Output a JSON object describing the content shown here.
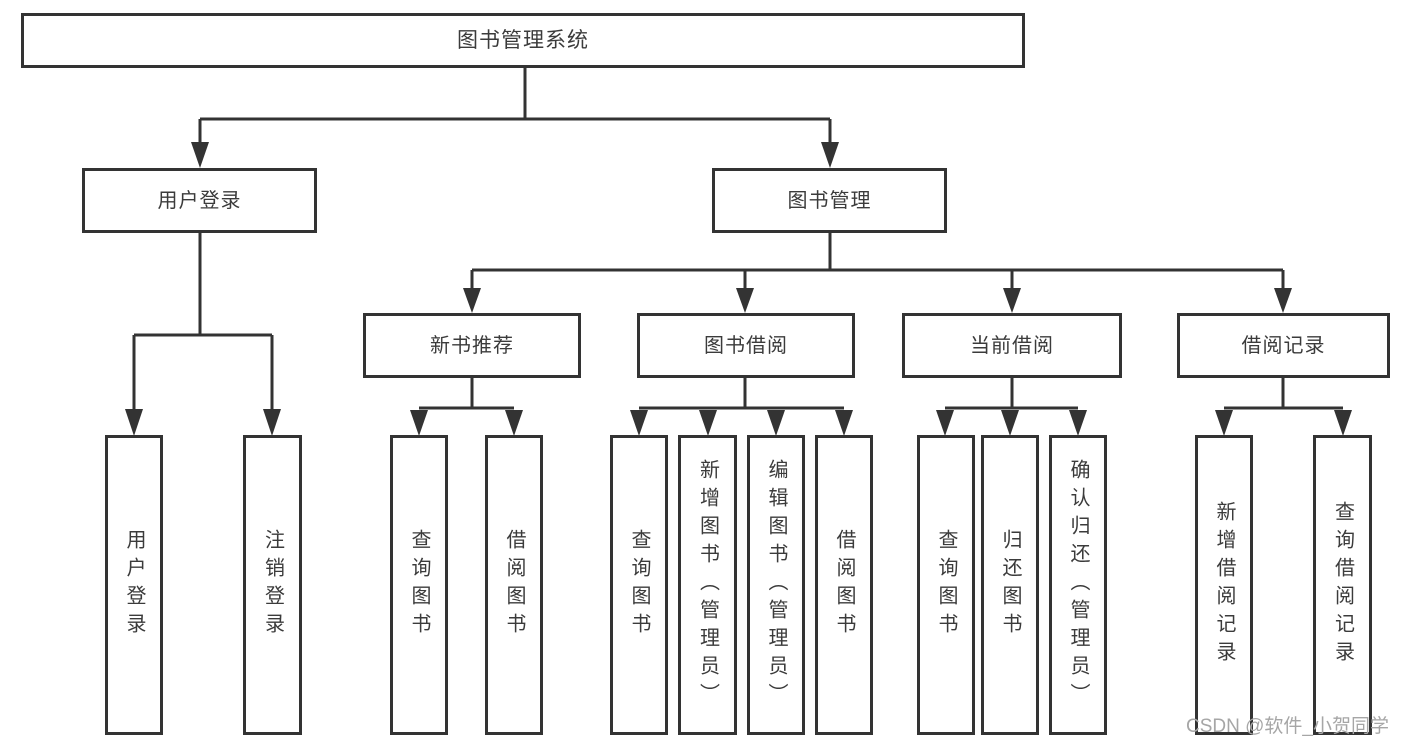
{
  "tree": {
    "root": {
      "label": "图书管理系统"
    },
    "children": [
      {
        "label": "用户登录",
        "children": [
          {
            "label": "用户登录"
          },
          {
            "label": "注销登录"
          }
        ]
      },
      {
        "label": "图书管理",
        "children": [
          {
            "label": "新书推荐",
            "children": [
              {
                "label": "查询图书"
              },
              {
                "label": "借阅图书"
              }
            ]
          },
          {
            "label": "图书借阅",
            "children": [
              {
                "label": "查询图书"
              },
              {
                "label": "新增图书（管理员）"
              },
              {
                "label": "编辑图书（管理员）"
              },
              {
                "label": "借阅图书"
              }
            ]
          },
          {
            "label": "当前借阅",
            "children": [
              {
                "label": "查询图书"
              },
              {
                "label": "归还图书"
              },
              {
                "label": "确认归还（管理员）"
              }
            ]
          },
          {
            "label": "借阅记录",
            "children": [
              {
                "label": "新增借阅记录"
              },
              {
                "label": "查询借阅记录"
              }
            ]
          }
        ]
      }
    ]
  },
  "watermark": {
    "text": "CSDN @软件_小贺同学"
  },
  "colors": {
    "line": "#333333",
    "text": "#3b3b3b",
    "watermark": "#a6a6a6",
    "bg": "#ffffff"
  }
}
